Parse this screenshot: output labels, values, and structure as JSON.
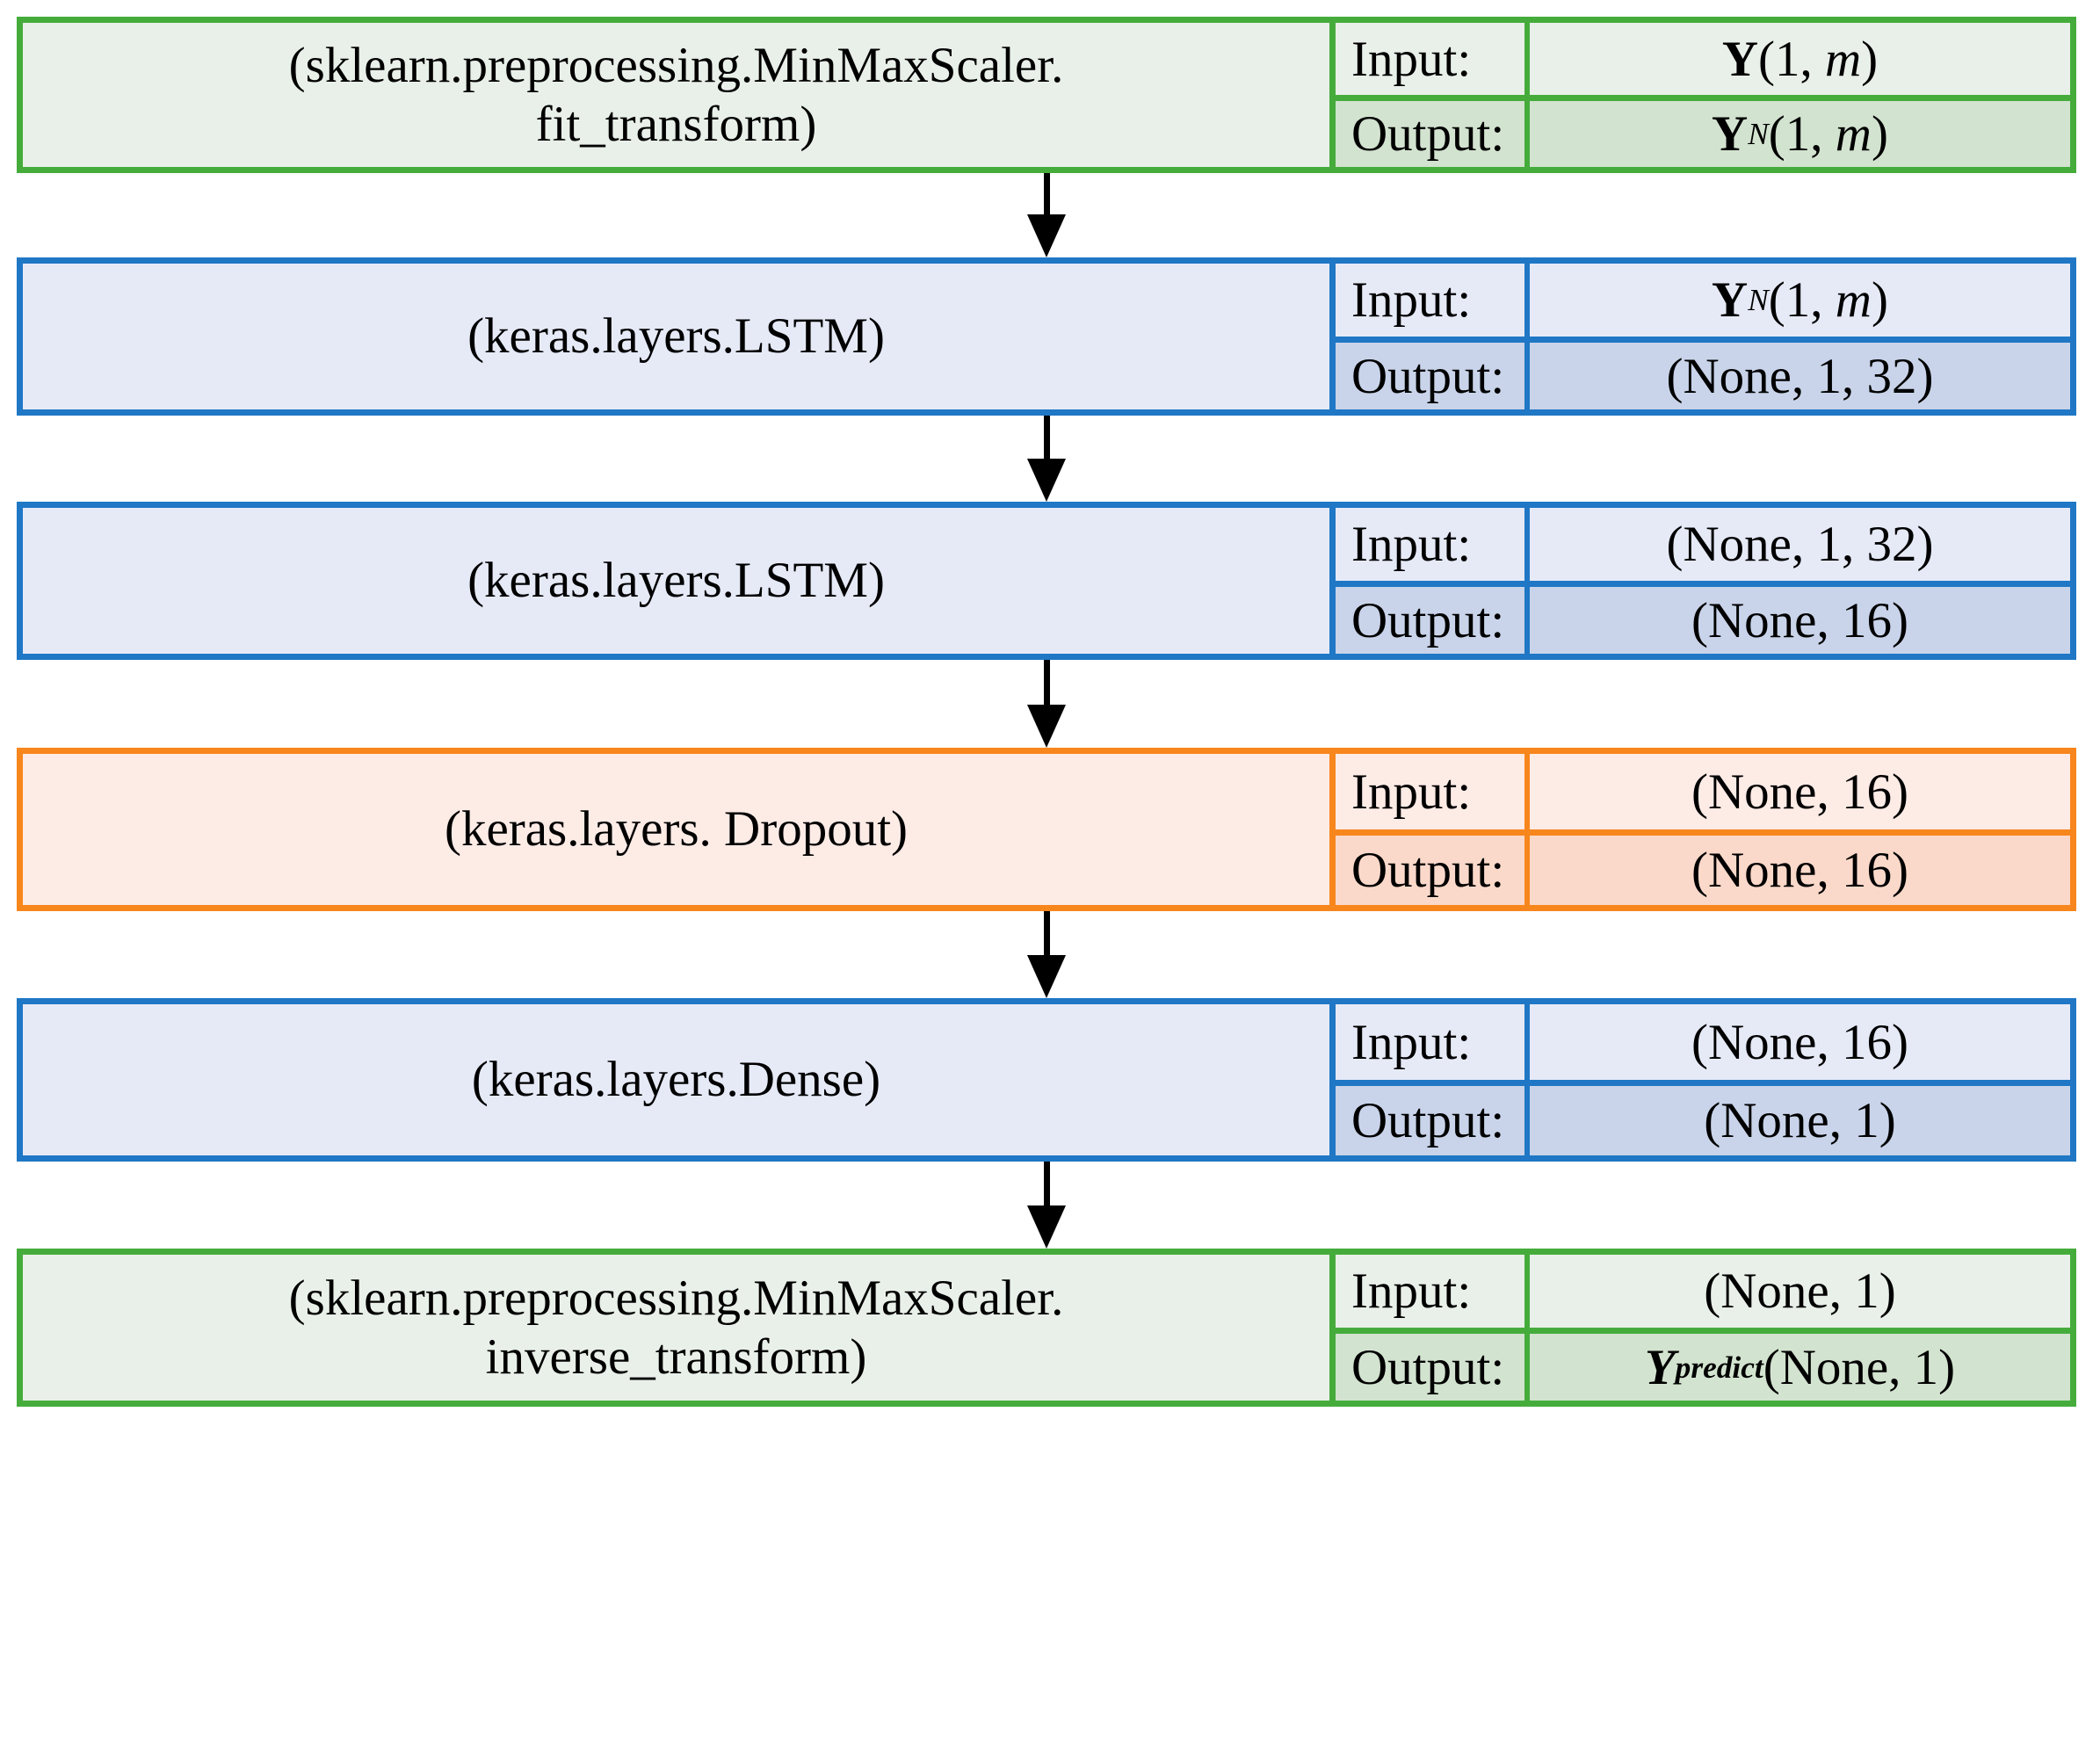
{
  "diagram": {
    "title": "LSTM forecasting pipeline block diagram",
    "colors": {
      "green_border": "#45AC3C",
      "green_fill_light": "#E9F0E9",
      "green_fill_dark": "#D2E3CF",
      "blue_border": "#1F77C5",
      "blue_fill_light": "#E6EAF7",
      "blue_fill_dark": "#C9D4EA",
      "orange_border": "#F7861C",
      "orange_fill_light": "#FDEBE6",
      "orange_fill_dark": "#FBD9CA",
      "arrow": "#000000",
      "background": "#FFFFFF",
      "text": "#000000"
    },
    "row_labels": {
      "input": "Input:",
      "output": "Output:"
    },
    "blocks": [
      {
        "id": "minmaxscaler-fit-transform",
        "theme": "green",
        "title_lines": [
          "(sklearn.preprocessing.MinMaxScaler.",
          "fit_transform)"
        ],
        "title_plain": "(sklearn.preprocessing.MinMaxScaler.fit_transform)",
        "input_value": "Y(1, m)",
        "output_value": "YN(1, m)"
      },
      {
        "id": "lstm-1",
        "theme": "blue",
        "title_lines": [
          "(keras.layers.LSTM)"
        ],
        "title_plain": "(keras.layers.LSTM)",
        "input_value": "YN(1, m)",
        "output_value": "(None, 1, 32)"
      },
      {
        "id": "lstm-2",
        "theme": "blue",
        "title_lines": [
          "(keras.layers.LSTM)"
        ],
        "title_plain": "(keras.layers.LSTM)",
        "input_value": "(None, 1, 32)",
        "output_value": "(None, 16)"
      },
      {
        "id": "dropout",
        "theme": "orange",
        "title_lines": [
          "(keras.layers. Dropout)"
        ],
        "title_plain": "(keras.layers. Dropout)",
        "input_value": "(None, 16)",
        "output_value": "(None, 16)"
      },
      {
        "id": "dense",
        "theme": "blue",
        "title_lines": [
          "(keras.layers.Dense)"
        ],
        "title_plain": "(keras.layers.Dense)",
        "input_value": "(None, 16)",
        "output_value": "(None, 1)"
      },
      {
        "id": "minmaxscaler-inverse-transform",
        "theme": "green",
        "title_lines": [
          "(sklearn.preprocessing.MinMaxScaler.",
          "inverse_transform)"
        ],
        "title_plain": "(sklearn.preprocessing.MinMaxScaler.inverse_transform)",
        "input_value": "(None, 1)",
        "output_value": "Ypredict(None, 1)"
      }
    ],
    "arrows": [
      {
        "id": "arrow-1",
        "from": "minmaxscaler-fit-transform",
        "to": "lstm-1"
      },
      {
        "id": "arrow-2",
        "from": "lstm-1",
        "to": "lstm-2"
      },
      {
        "id": "arrow-3",
        "from": "lstm-2",
        "to": "dropout"
      },
      {
        "id": "arrow-4",
        "from": "dropout",
        "to": "dense"
      },
      {
        "id": "arrow-5",
        "from": "dense",
        "to": "minmaxscaler-inverse-transform"
      }
    ]
  }
}
